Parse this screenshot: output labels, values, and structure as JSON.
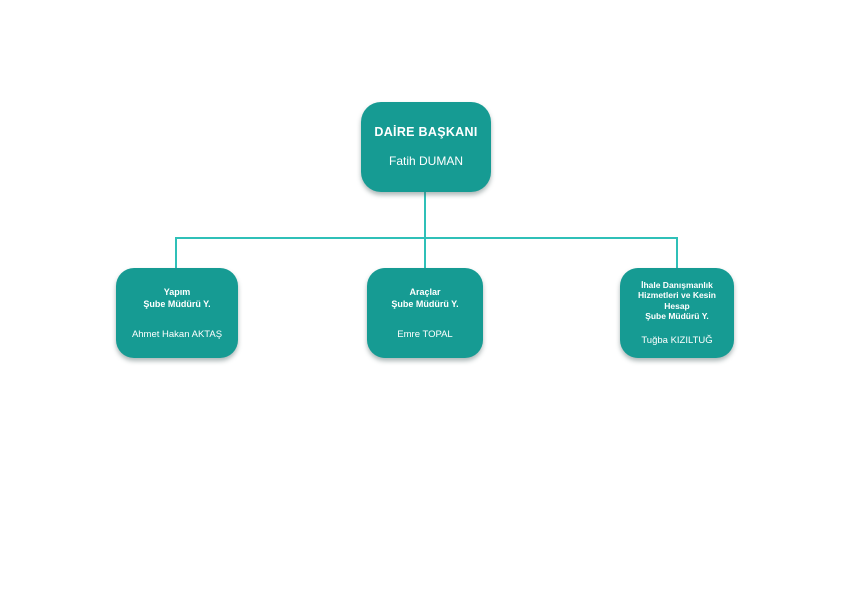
{
  "colors": {
    "background": "#FFFFFF",
    "box_fill": "#169B93",
    "connector": "#2FC0B8",
    "text": "#FFFFFF"
  },
  "org_chart": {
    "root": {
      "title": "DAİRE BAŞKANI",
      "name": "Fatih DUMAN"
    },
    "children": [
      {
        "title_lines": [
          "Yapım",
          "Şube Müdürü Y."
        ],
        "name": "Ahmet Hakan AKTAŞ"
      },
      {
        "title_lines": [
          "Araçlar",
          "Şube Müdürü Y."
        ],
        "name": "Emre TOPAL"
      },
      {
        "title_lines": [
          "İhale Danışmanlık",
          "Hizmetleri ve Kesin",
          "Hesap",
          "Şube Müdürü Y."
        ],
        "name": "Tuğba KIZILTUĞ"
      }
    ]
  }
}
